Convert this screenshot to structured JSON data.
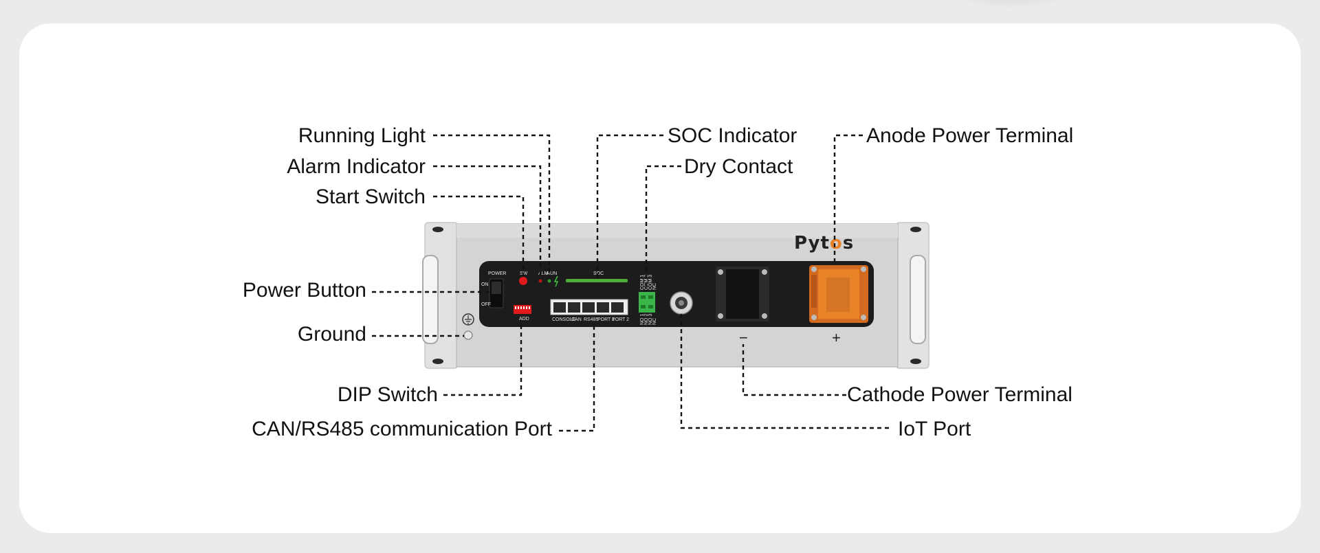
{
  "brand": {
    "name_pre": "Pyt",
    "name_o": "o",
    "name_post": "s",
    "accent": "#e8832a"
  },
  "labels": {
    "running_light": "Running Light",
    "alarm_indicator": "Alarm Indicator",
    "start_switch": "Start Switch",
    "power_button": "Power Button",
    "ground": "Ground",
    "dip_switch": "DIP Switch",
    "can_rs485_port": "CAN/RS485 communication Port",
    "soc_indicator": "SOC Indicator",
    "dry_contact": "Dry Contact",
    "anode_power_terminal": "Anode Power Terminal",
    "cathode_power_terminal": "Cathode Power Terminal",
    "iot_port": "IoT Port"
  },
  "panel": {
    "power": "POWER",
    "on": "ON",
    "off": "OFF",
    "sw": "SW",
    "alm": "ALM",
    "run": "RUN",
    "soc": "SOC",
    "add": "ADD",
    "ports": [
      "CONSOLE",
      "CAN",
      "RS485",
      "PORT 1",
      "PORT 2"
    ],
    "dry_top": [
      "COM 1",
      "COM 2",
      "COM 3",
      "NC"
    ],
    "dry_bottom": [
      "NO 1",
      "NO 2",
      "NO 3",
      "NC"
    ],
    "minus": "−",
    "plus": "+"
  }
}
